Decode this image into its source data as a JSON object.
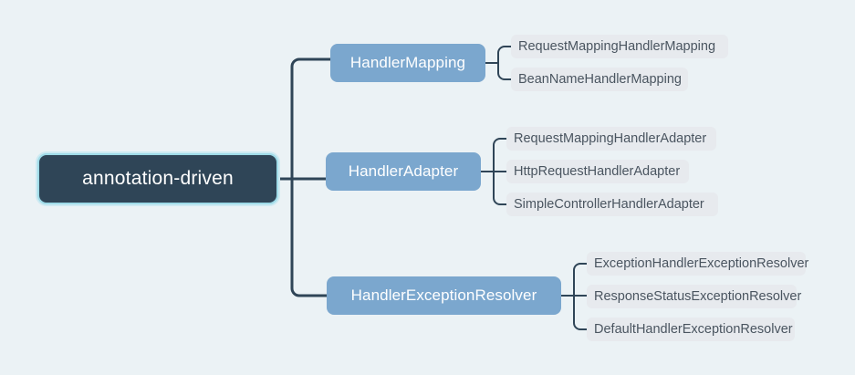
{
  "diagram": {
    "type": "mind-map",
    "title": "annotation-driven",
    "background_color": "#ebf2f5",
    "root": {
      "label": "annotation-driven",
      "fill": "#2f4557",
      "text_color": "#ffffff",
      "border_color": "#9fdbe8"
    },
    "branch_style": {
      "fill": "#7ba7ce",
      "text_color": "#ffffff"
    },
    "leaf_style": {
      "fill": "#e7eaee",
      "text_color": "#4a5560"
    },
    "connector_color": "#2f4557",
    "branches": [
      {
        "label": "HandlerMapping",
        "children": [
          {
            "label": "RequestMappingHandlerMapping"
          },
          {
            "label": "BeanNameHandlerMapping"
          }
        ]
      },
      {
        "label": "HandlerAdapter",
        "children": [
          {
            "label": "RequestMappingHandlerAdapter"
          },
          {
            "label": "HttpRequestHandlerAdapter"
          },
          {
            "label": "SimpleControllerHandlerAdapter"
          }
        ]
      },
      {
        "label": "HandlerExceptionResolver",
        "children": [
          {
            "label": "ExceptionHandlerExceptionResolver"
          },
          {
            "label": "ResponseStatusExceptionResolver"
          },
          {
            "label": "DefaultHandlerExceptionResolver"
          }
        ]
      }
    ]
  }
}
